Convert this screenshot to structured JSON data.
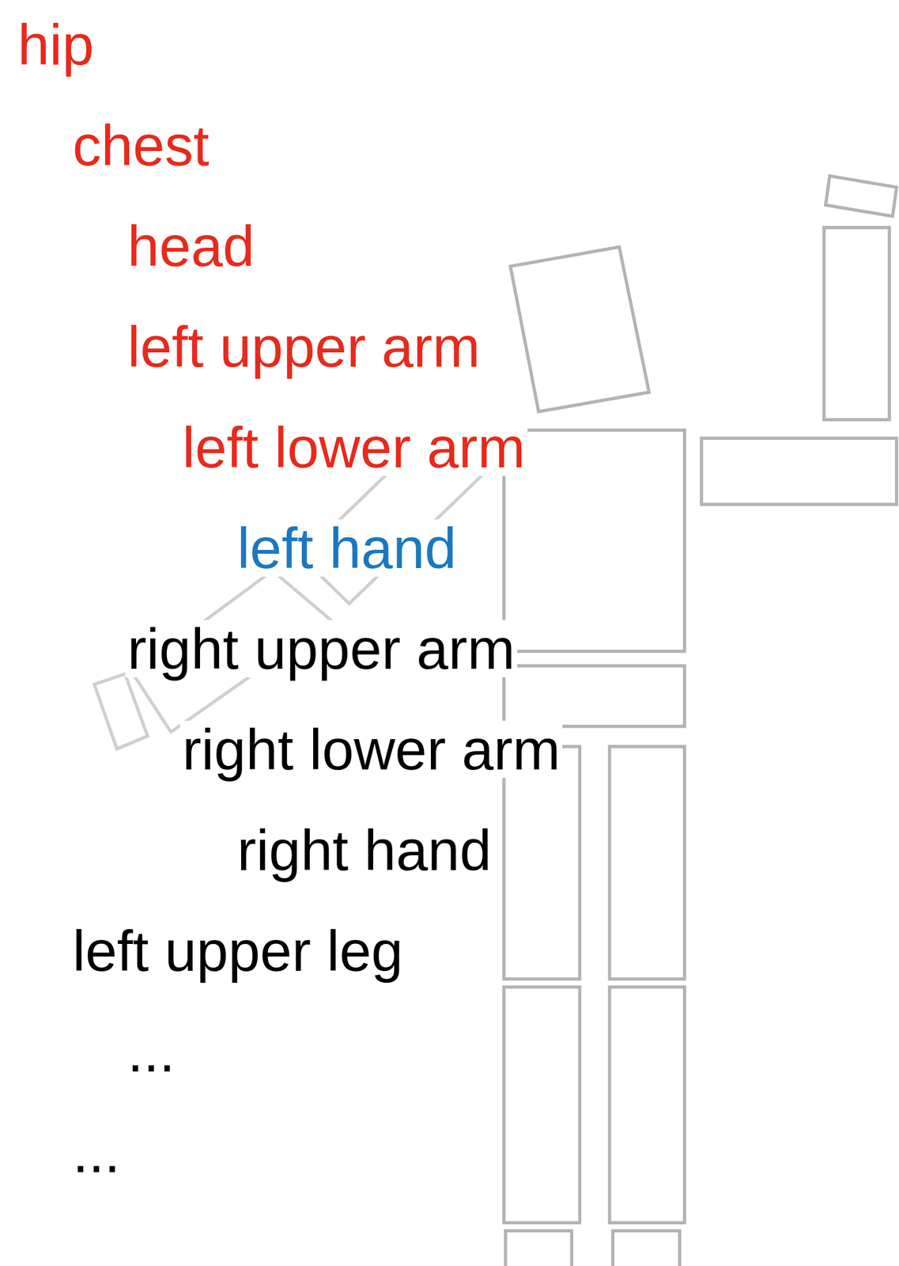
{
  "diagram": {
    "labels": [
      "hip",
      "chest",
      "head",
      "left upper arm",
      "left lower arm",
      "left hand",
      "right upper arm",
      "right lower arm",
      "right hand",
      "left upper leg",
      "...",
      "..."
    ]
  }
}
